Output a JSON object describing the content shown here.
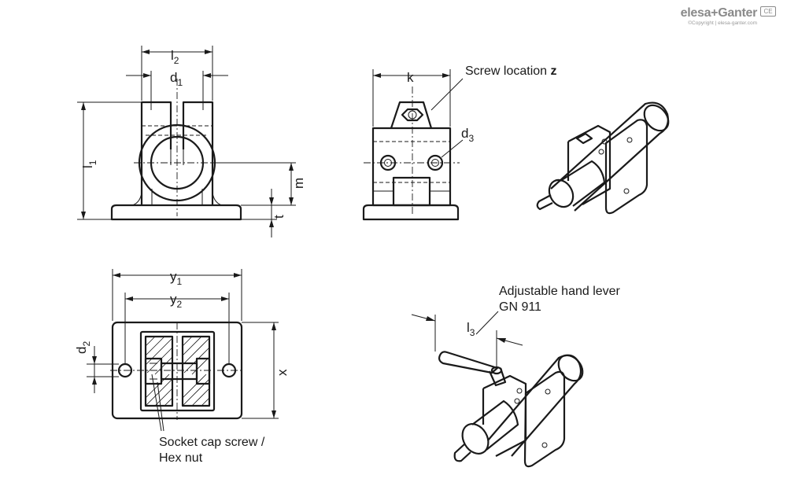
{
  "brand": {
    "logo_text": "elesa+Ganter",
    "copyright": "©Copyright | elesa-ganter.com",
    "mark": "CE"
  },
  "dimensions": {
    "l2": {
      "main": "l",
      "sub": "2"
    },
    "d1": {
      "main": "d",
      "sub": "1"
    },
    "l1": {
      "main": "l",
      "sub": "1"
    },
    "m": {
      "main": "m",
      "sub": ""
    },
    "t": {
      "main": "t",
      "sub": ""
    },
    "k": {
      "main": "k",
      "sub": ""
    },
    "d3": {
      "main": "d",
      "sub": "3"
    },
    "y1": {
      "main": "y",
      "sub": "1"
    },
    "y2": {
      "main": "y",
      "sub": "2"
    },
    "d2": {
      "main": "d",
      "sub": "2"
    },
    "x": {
      "main": "x",
      "sub": ""
    },
    "l3": {
      "main": "l",
      "sub": "3"
    }
  },
  "annotations": {
    "screw_location_text": "Screw location ",
    "screw_location_letter": "z",
    "socket_cap_line1": "Socket cap screw /",
    "socket_cap_line2": "Hex nut",
    "hand_lever_line1": "Adjustable hand lever",
    "hand_lever_line2": "GN 911"
  }
}
